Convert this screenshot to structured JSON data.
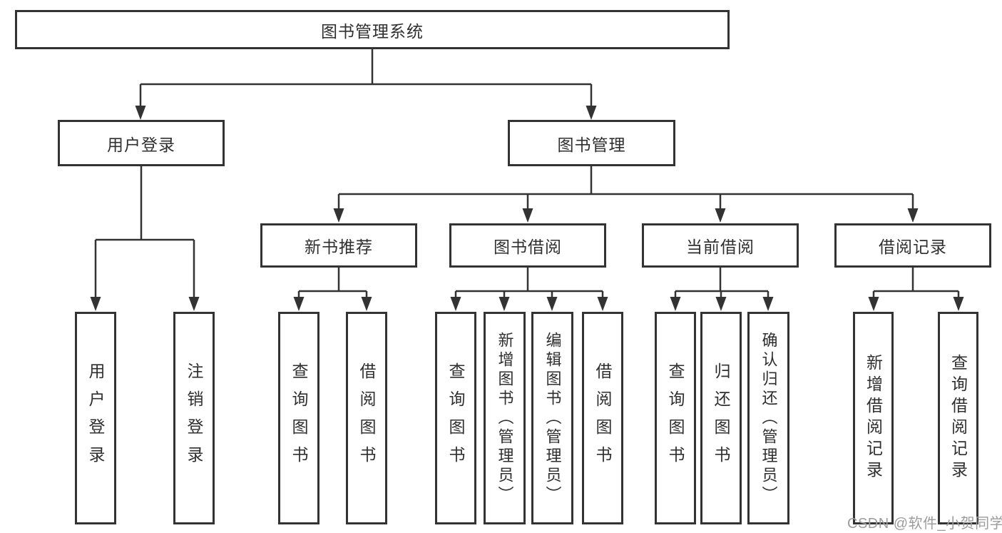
{
  "diagram": {
    "root": {
      "label": "图书管理系统"
    },
    "branches": [
      {
        "label": "用户登录",
        "children": [
          {
            "label": "用户登录"
          },
          {
            "label": "注销登录"
          }
        ]
      },
      {
        "label": "图书管理",
        "children": [
          {
            "label": "新书推荐",
            "children": [
              {
                "label": "查询图书"
              },
              {
                "label": "借阅图书"
              }
            ]
          },
          {
            "label": "图书借阅",
            "children": [
              {
                "label": "查询图书"
              },
              {
                "label": "新增图书（管理员）"
              },
              {
                "label": "编辑图书（管理员）"
              },
              {
                "label": "借阅图书"
              }
            ]
          },
          {
            "label": "当前借阅",
            "children": [
              {
                "label": "查询图书"
              },
              {
                "label": "归还图书"
              },
              {
                "label": "确认归还（管理员）"
              }
            ]
          },
          {
            "label": "借阅记录",
            "children": [
              {
                "label": "新增借阅记录"
              },
              {
                "label": "查询借阅记录"
              }
            ]
          }
        ]
      }
    ]
  },
  "watermark": {
    "text": "CSDN @软件_小贺同学"
  },
  "colors": {
    "line": "#333333",
    "text": "#2f2f2f",
    "watermark": "#9c9c9c",
    "background": "#ffffff"
  }
}
